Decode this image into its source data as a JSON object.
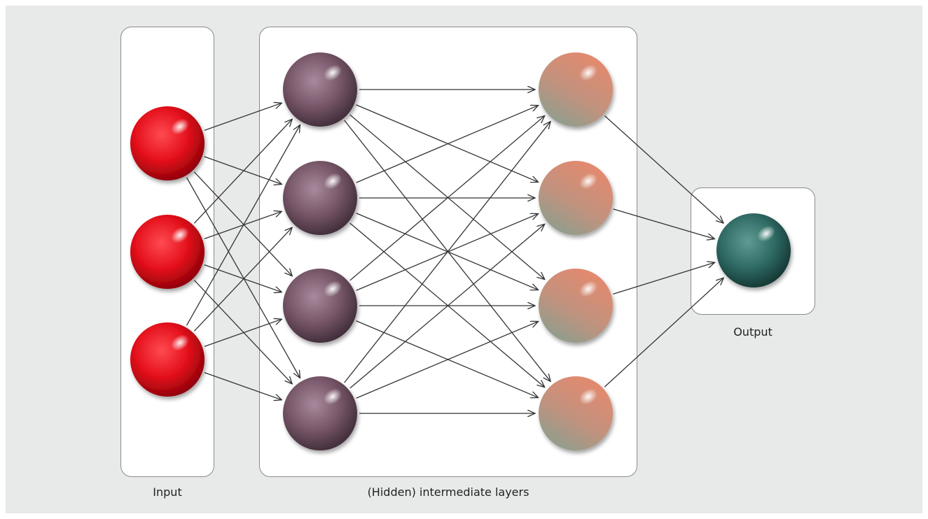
{
  "labels": {
    "input": "Input",
    "hidden": "(Hidden) intermediate layers",
    "output": "Output"
  },
  "layers": [
    {
      "id": "input",
      "role": "input",
      "nodes": 3,
      "color": "#e8121e"
    },
    {
      "id": "hidden1",
      "role": "hidden",
      "nodes": 4,
      "color": "#7a5a6e"
    },
    {
      "id": "hidden2",
      "role": "hidden",
      "nodes": 4,
      "color": "#c98a78"
    },
    {
      "id": "output",
      "role": "output",
      "nodes": 1,
      "color": "#2f6b64"
    }
  ],
  "connectivity": "fully-connected",
  "colors": {
    "background": "#e8eaea",
    "panel": "#ffffff",
    "panel_border": "#8a8a8a",
    "arrow": "#333333"
  }
}
